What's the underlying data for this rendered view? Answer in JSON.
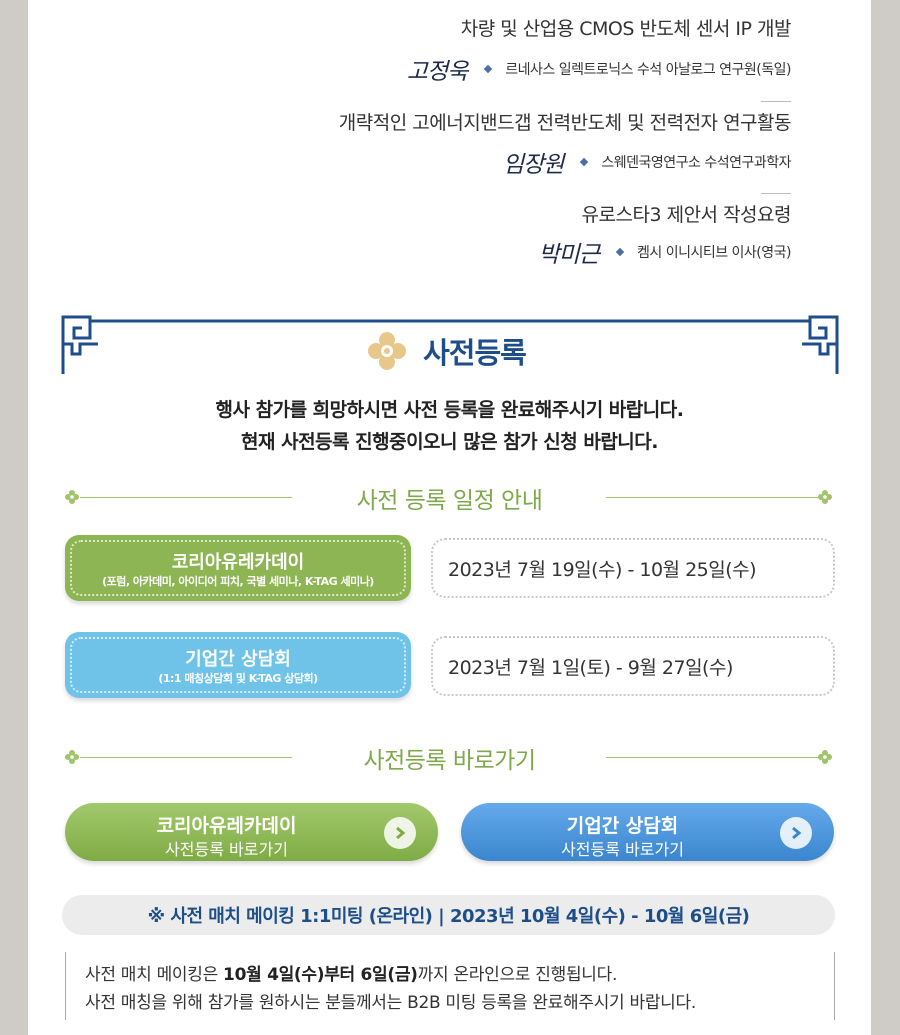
{
  "talks": [
    {
      "title": "차량 및 산업용 CMOS 반도체 센서 IP 개발",
      "speaker": "고정욱",
      "affiliation": "르네사스 일렉트로닉스 수석 아날로그 연구원(독일)"
    },
    {
      "title": "개략적인 고에너지밴드갭 전력반도체 및 전력전자 연구활동",
      "speaker": "임장원",
      "affiliation": "스웨덴국영연구소 수석연구과학자"
    },
    {
      "title": "유로스타3 제안서 작성요령",
      "speaker": "박미근",
      "affiliation": "켐시 이니시티브 이사(영국)"
    }
  ],
  "section": {
    "title": "사전등록",
    "intro_line1": "행사 참가를 희망하시면 사전 등록을 완료해주시기 바랍니다.",
    "intro_line2": "현재 사전등록 진행중이오니 많은 참가 신청 바랍니다."
  },
  "schedule": {
    "heading": "사전 등록 일정 안내",
    "items": [
      {
        "title": "코리아유레카데이",
        "subtitle": "(포럼, 아카데미, 아이디어 피치, 국별 세미나, K-TAG 세미나)",
        "date": "2023년 7월 19일(수) - 10월 25일(수)",
        "color": "#8db553"
      },
      {
        "title": "기업간 상담회",
        "subtitle": "(1:1 매칭상담회 및 K-TAG 상담회)",
        "date": "2023년 7월 1일(토) - 9월 27일(수)",
        "color": "#6fc3e8"
      }
    ]
  },
  "shortcut": {
    "heading": "사전등록 바로가기",
    "buttons": [
      {
        "title": "코리아유레카데이",
        "subtitle": "사전등록 바로가기",
        "color": "#8db553"
      },
      {
        "title": "기업간 상담회",
        "subtitle": "사전등록 바로가기",
        "color": "#3f8fd6"
      }
    ]
  },
  "notice": {
    "bar": "※ 사전 매치 메이킹 1:1미팅 (온라인)  |  2023년 10월 4일(수) - 10월 6일(금)",
    "line1_a": "사전 매치 메이킹은 ",
    "line1_b": "10월 4일(수)부터 6일(금)",
    "line1_c": "까지 온라인으로 진행됩니다.",
    "line2": "사전 매칭을 위해 참가를 원하시는 분들께서는 B2B 미팅 등록을 완료해주시기 바랍니다."
  }
}
